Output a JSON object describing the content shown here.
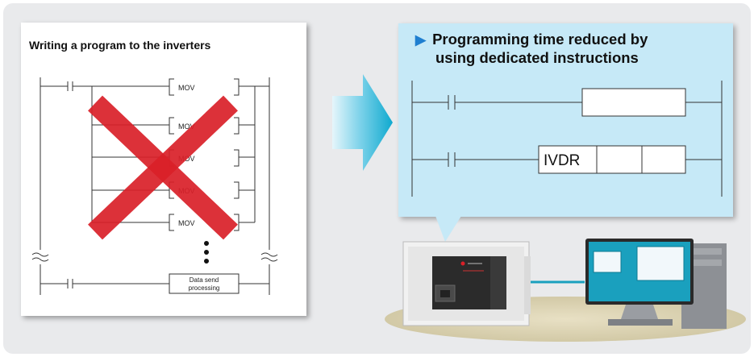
{
  "left_panel": {
    "title": "Writing a program to the inverters",
    "instructions": [
      "MOV",
      "MOV",
      "MOV",
      "MOV",
      "MOV"
    ],
    "final_instruction": "Data send processing"
  },
  "right_panel": {
    "title_line1": "Programming time reduced by",
    "title_line2": "using dedicated instructions",
    "instruction": "IVDR"
  },
  "colors": {
    "background": "#e9eaec",
    "callout": "#c6e9f7",
    "arrow": "#1bb6d6",
    "cross": "#d92028",
    "monitor_screen": "#1aa0be"
  }
}
